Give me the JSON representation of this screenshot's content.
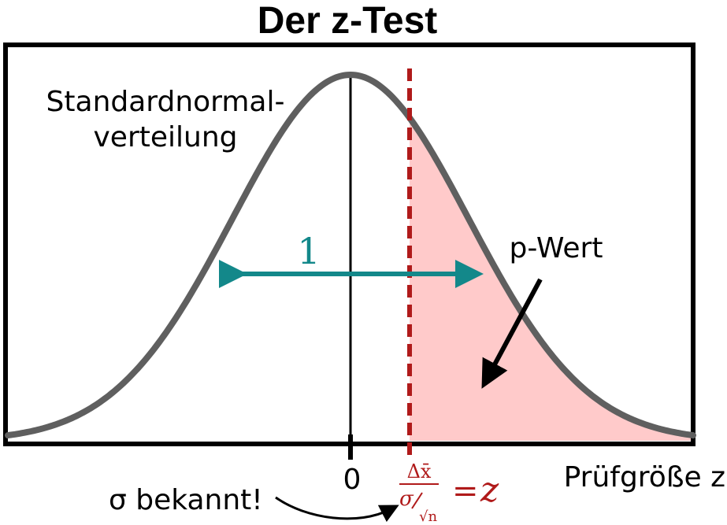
{
  "title": "Der z-Test",
  "curve_label": {
    "line1": "Standardnormal-",
    "line2": "verteilung"
  },
  "width_label": "1",
  "pvalue_label": "p-Wert",
  "zero_label": "0",
  "axis_label": "Prüfgröße z",
  "sigma_note": "σ bekannt!",
  "formula": {
    "numerator": "Δx̄",
    "denom_sigma": "σ",
    "denom_sqrt_n": "√n",
    "equals": "=",
    "z": "z"
  },
  "distribution": {
    "mean": 0,
    "sd": 1,
    "critical_z": 0.5
  },
  "colors": {
    "curve": "#5f5f5f",
    "width_arrow": "#13888a",
    "critical_line": "#b01a1a",
    "pvalue_fill": "#ffcaca",
    "frame": "#000000"
  }
}
